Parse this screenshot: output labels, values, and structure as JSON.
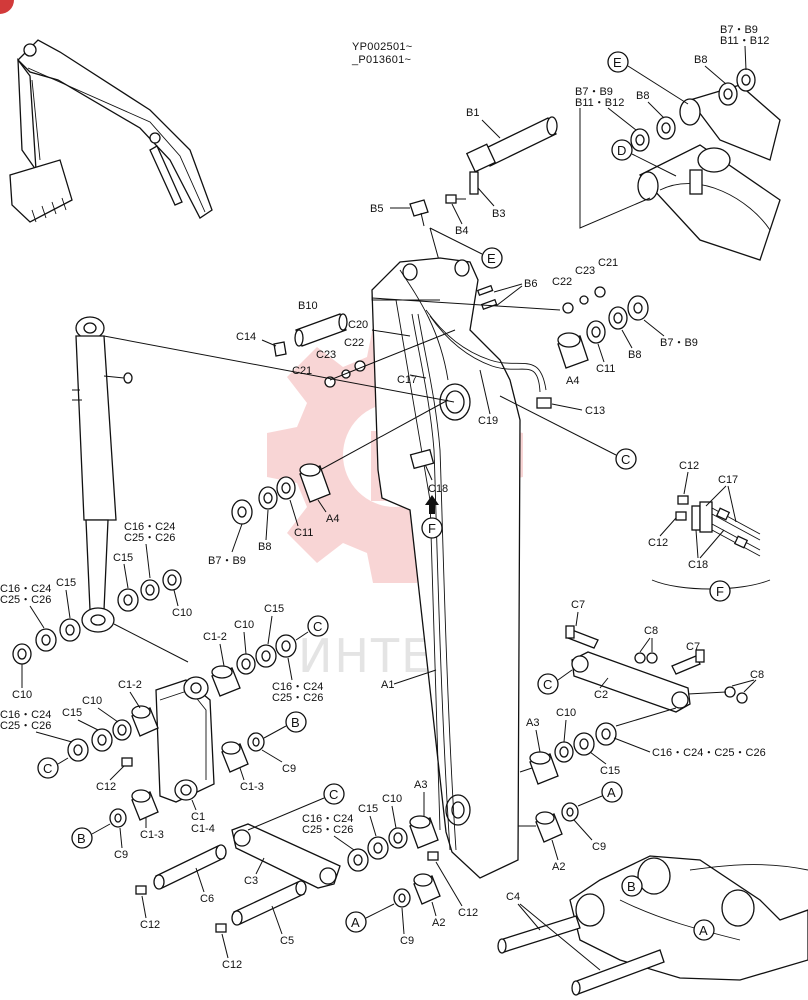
{
  "header": {
    "serial_line_1": "YP002501~",
    "serial_line_2": "_P013601~"
  },
  "watermark": {
    "text": "ИНТЕХ",
    "gear_color": "#f4b3b3"
  },
  "callouts": {
    "E_top": "E",
    "D": "D",
    "E_mid": "E",
    "C_right": "C",
    "F": "F",
    "F_detail": "F",
    "C_left_top": "C",
    "C_left": "C",
    "B_left_top": "B",
    "B_left": "B",
    "C_bottom": "C",
    "A_bottom_left": "A",
    "A_right": "A",
    "C_link": "C",
    "B_bracket": "B",
    "A_bracket": "A"
  },
  "labels": {
    "b7_b9_top_1": "B7・B9",
    "b7_b9_top_2": "B11・B12",
    "b8_top": "B8",
    "b7_b9_mid_1": "B7・B9",
    "b7_b9_mid_2": "B11・B12",
    "b8_mid": "B8",
    "b1": "B1",
    "b3": "B3",
    "b4": "B4",
    "b5": "B5",
    "b6": "B6",
    "b10": "B10",
    "c14": "C14",
    "c20": "C20",
    "c22_left": "C22",
    "c23_left": "C23",
    "c21_left": "C21",
    "c17": "C17",
    "c22_right": "C22",
    "c23_right": "C23",
    "c21_right": "C21",
    "a4_right": "A4",
    "c11_right": "C11",
    "b8_right": "B8",
    "b7_b9_right": "B7・B9",
    "c13": "C13",
    "c19": "C19",
    "c18": "C18",
    "a4_left": "A4",
    "c11_left": "C11",
    "b8_left": "B8",
    "b7_b9_left": "B7・B9",
    "c12_detail_top": "C12",
    "c17_detail": "C17",
    "c12_detail_bottom": "C12",
    "c18_detail": "C18",
    "c16_group_upper_1": "C16・C24",
    "c16_group_upper_2": "C25・C26",
    "c15_upper": "C15",
    "c10_upper": "C10",
    "c16_group_edge_1": "C16・C24",
    "c16_group_edge_2": "C25・C26",
    "c15_edge": "C15",
    "c10_edge": "C10",
    "c1_2_mid": "C1-2",
    "c10_mid": "C10",
    "c15_mid": "C15",
    "c16_group_mid_1": "C16・C24",
    "c16_group_mid_2": "C25・C26",
    "c1_2_left": "C1-2",
    "c10_left": "C10",
    "c15_left": "C15",
    "c16_group_left_1": "C16・C24",
    "c16_group_left_2": "C25・C26",
    "c12_left": "C12",
    "c1": "C1",
    "c1_4": "C1-4",
    "c1_3_mid": "C1-3",
    "c9_mid": "C9",
    "c1_3_left": "C1-3",
    "c9_left": "C9",
    "a1": "A1",
    "c7_top": "C7",
    "c8_top": "C8",
    "c7_mid": "C7",
    "c8_right": "C8",
    "c2": "C2",
    "a3_right": "A3",
    "c10_right": "C10",
    "c15_right": "C15",
    "c16_group_right": "C16・C24・C25・C26",
    "c9_right": "C9",
    "a2_right": "A2",
    "c15_bottom": "C15",
    "c10_bottom": "C10",
    "a3_bottom": "A3",
    "c16_group_bottom_1": "C16・C24",
    "c16_group_bottom_2": "C25・C26",
    "c3": "C3",
    "c6": "C6",
    "c12_c6": "C12",
    "c5": "C5",
    "c12_c5": "C12",
    "c12_bottom": "C12",
    "c9_bottom": "C9",
    "a2_bottom": "A2",
    "c4": "C4"
  }
}
